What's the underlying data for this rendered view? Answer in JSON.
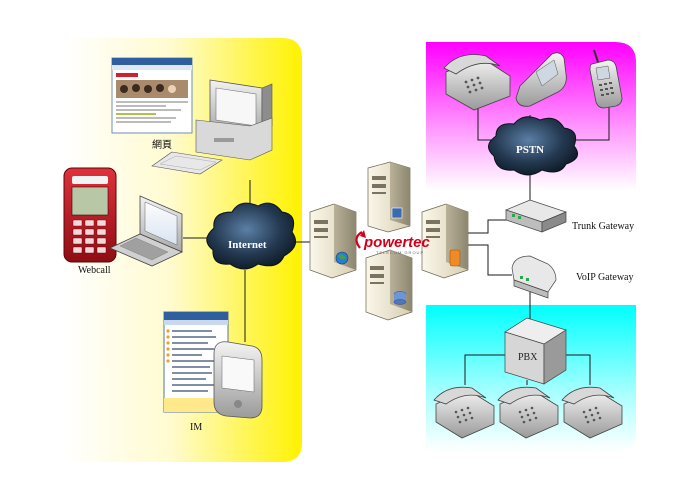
{
  "labels": {
    "web": "網頁",
    "webcall": "Webcall",
    "im": "IM",
    "internet": "Internet",
    "pstn": "PSTN",
    "trunk_gateway": "Trunk Gateway",
    "voip_gateway": "VoIP Gateway",
    "pbx": "PBX"
  },
  "logo": {
    "brand": "powertec",
    "tagline": "TELECOM GROUP"
  },
  "colors": {
    "internet_zone": "#fff200",
    "pstn_zone": "#ff00ff",
    "pbx_zone": "#00ffff",
    "brand_red": "#d4001a"
  }
}
